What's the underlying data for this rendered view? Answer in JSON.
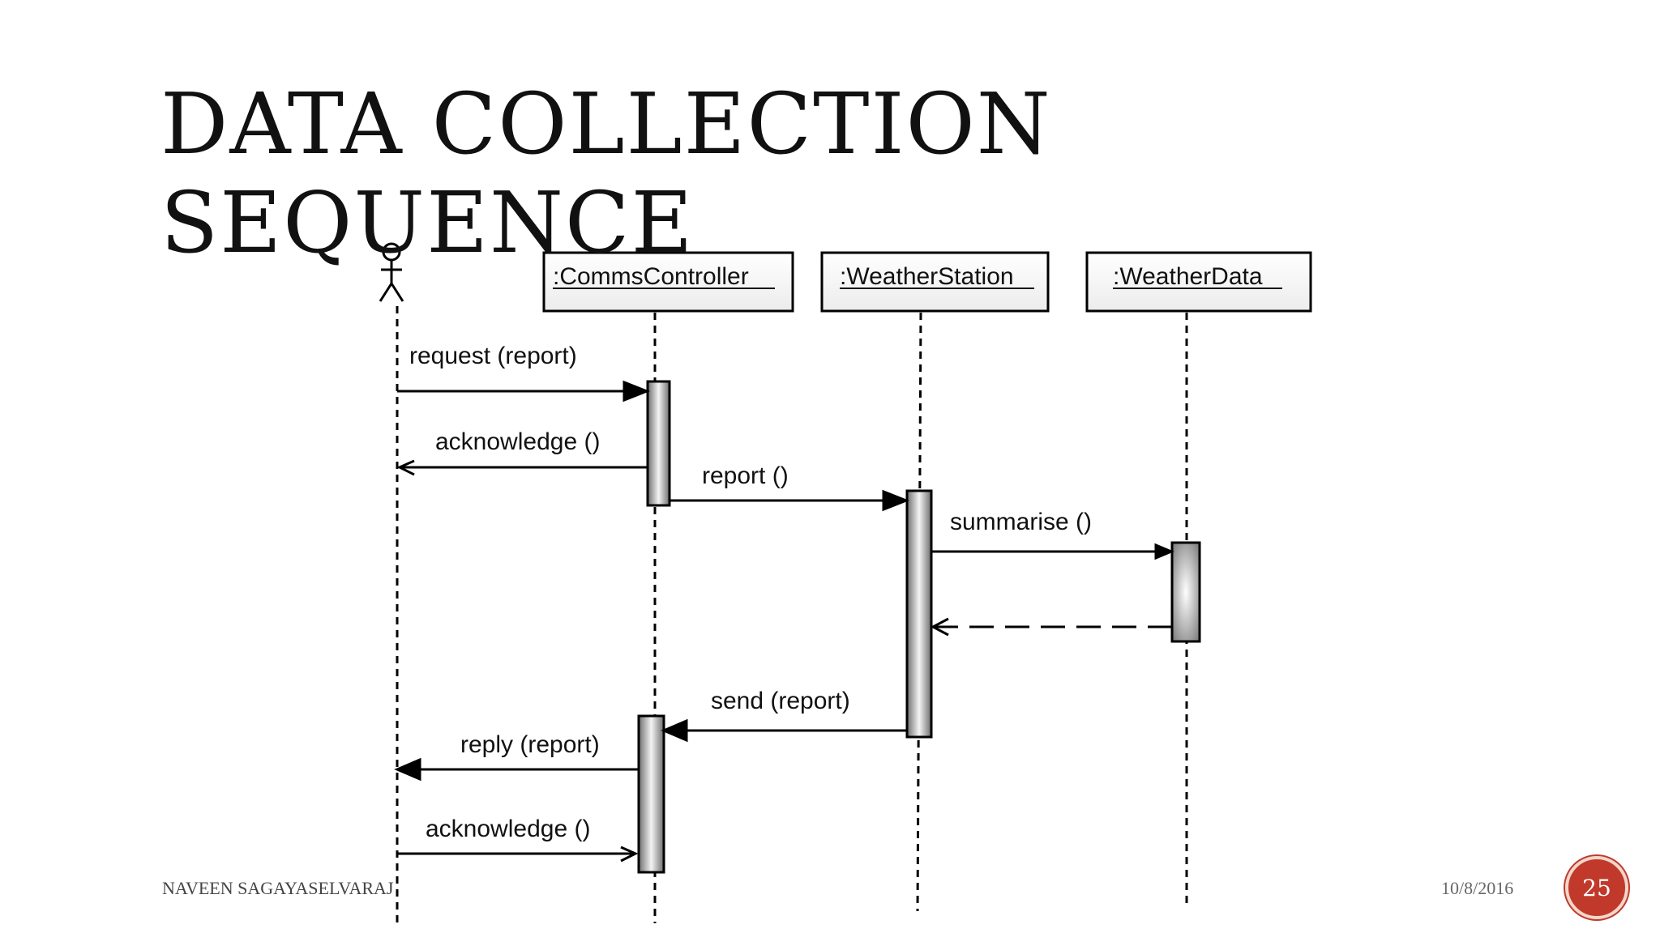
{
  "slide": {
    "title_line1": "DATA COLLECTION",
    "title_line2": "SEQUENCE",
    "author": "NAVEEN SAGAYASELVARAJ",
    "date": "10/8/2016",
    "page_number": "25"
  },
  "diagram": {
    "lifelines": [
      {
        "id": "actor",
        "label": "",
        "kind": "actor"
      },
      {
        "id": "comms",
        "label": ":CommsController",
        "kind": "object"
      },
      {
        "id": "station",
        "label": ":WeatherStation",
        "kind": "object"
      },
      {
        "id": "data",
        "label": ":WeatherData",
        "kind": "object"
      }
    ],
    "messages": [
      {
        "label": "request (report)",
        "from": "actor",
        "to": "comms",
        "style": "sync"
      },
      {
        "label": "acknowledge ()",
        "from": "comms",
        "to": "actor",
        "style": "open"
      },
      {
        "label": "report ()",
        "from": "comms",
        "to": "station",
        "style": "sync"
      },
      {
        "label": "summarise ()",
        "from": "station",
        "to": "data",
        "style": "sync"
      },
      {
        "label": "",
        "from": "data",
        "to": "station",
        "style": "return"
      },
      {
        "label": "send (report)",
        "from": "station",
        "to": "comms",
        "style": "sync"
      },
      {
        "label": "reply (report)",
        "from": "comms",
        "to": "actor",
        "style": "sync"
      },
      {
        "label": "acknowledge ()",
        "from": "actor",
        "to": "comms",
        "style": "open"
      }
    ]
  }
}
